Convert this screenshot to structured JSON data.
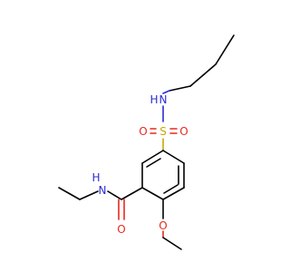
{
  "molecule": {
    "atoms": {
      "sulfonamide_nh": {
        "label": "H",
        "color": "#2b2bd6"
      },
      "sulfonamide_n": {
        "label": "N",
        "color": "#2b2bd6"
      },
      "sulfur": {
        "label": "S",
        "color": "#c8a800"
      },
      "sulfonyl_o_left": {
        "label": "O",
        "color": "#e8281e"
      },
      "sulfonyl_o_right": {
        "label": "O",
        "color": "#e8281e"
      },
      "amide_nh": {
        "label": "H",
        "color": "#2b2bd6"
      },
      "amide_n": {
        "label": "N",
        "color": "#2b2bd6"
      },
      "carbonyl_o": {
        "label": "O",
        "color": "#e8281e"
      },
      "methoxy_o": {
        "label": "O",
        "color": "#e8281e"
      }
    }
  }
}
